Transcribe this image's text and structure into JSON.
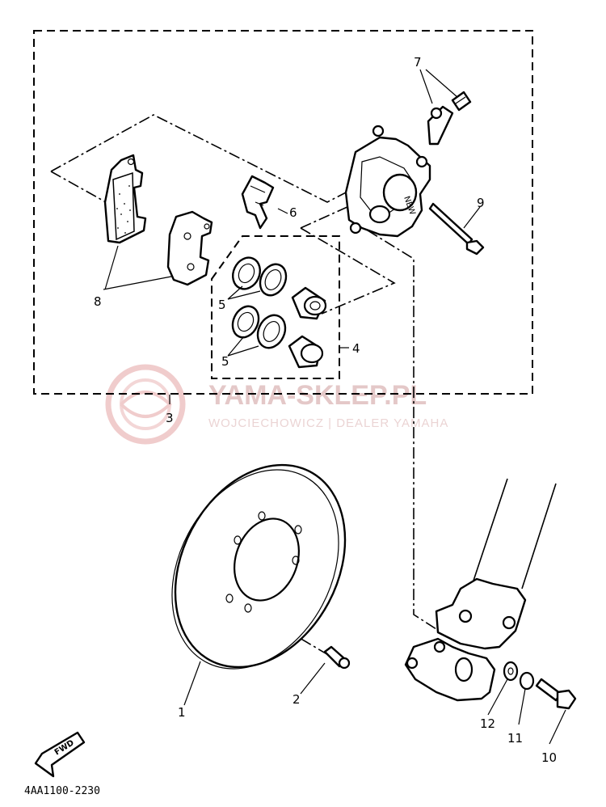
{
  "diagram": {
    "callouts": {
      "c1": "1",
      "c2": "2",
      "c3": "3",
      "c4": "4",
      "c5a": "5",
      "c5b": "5",
      "c6": "6",
      "c7": "7",
      "c8": "8",
      "c9": "9",
      "c10": "10",
      "c11": "11",
      "c12": "12"
    },
    "fwd_label": "FWD",
    "drawing_code": "4AA1100-2230"
  },
  "watermark": {
    "brand": "YAMA-SKLEP.PL",
    "dealer": "WOJCIECHOWICZ | DEALER YAMAHA"
  }
}
